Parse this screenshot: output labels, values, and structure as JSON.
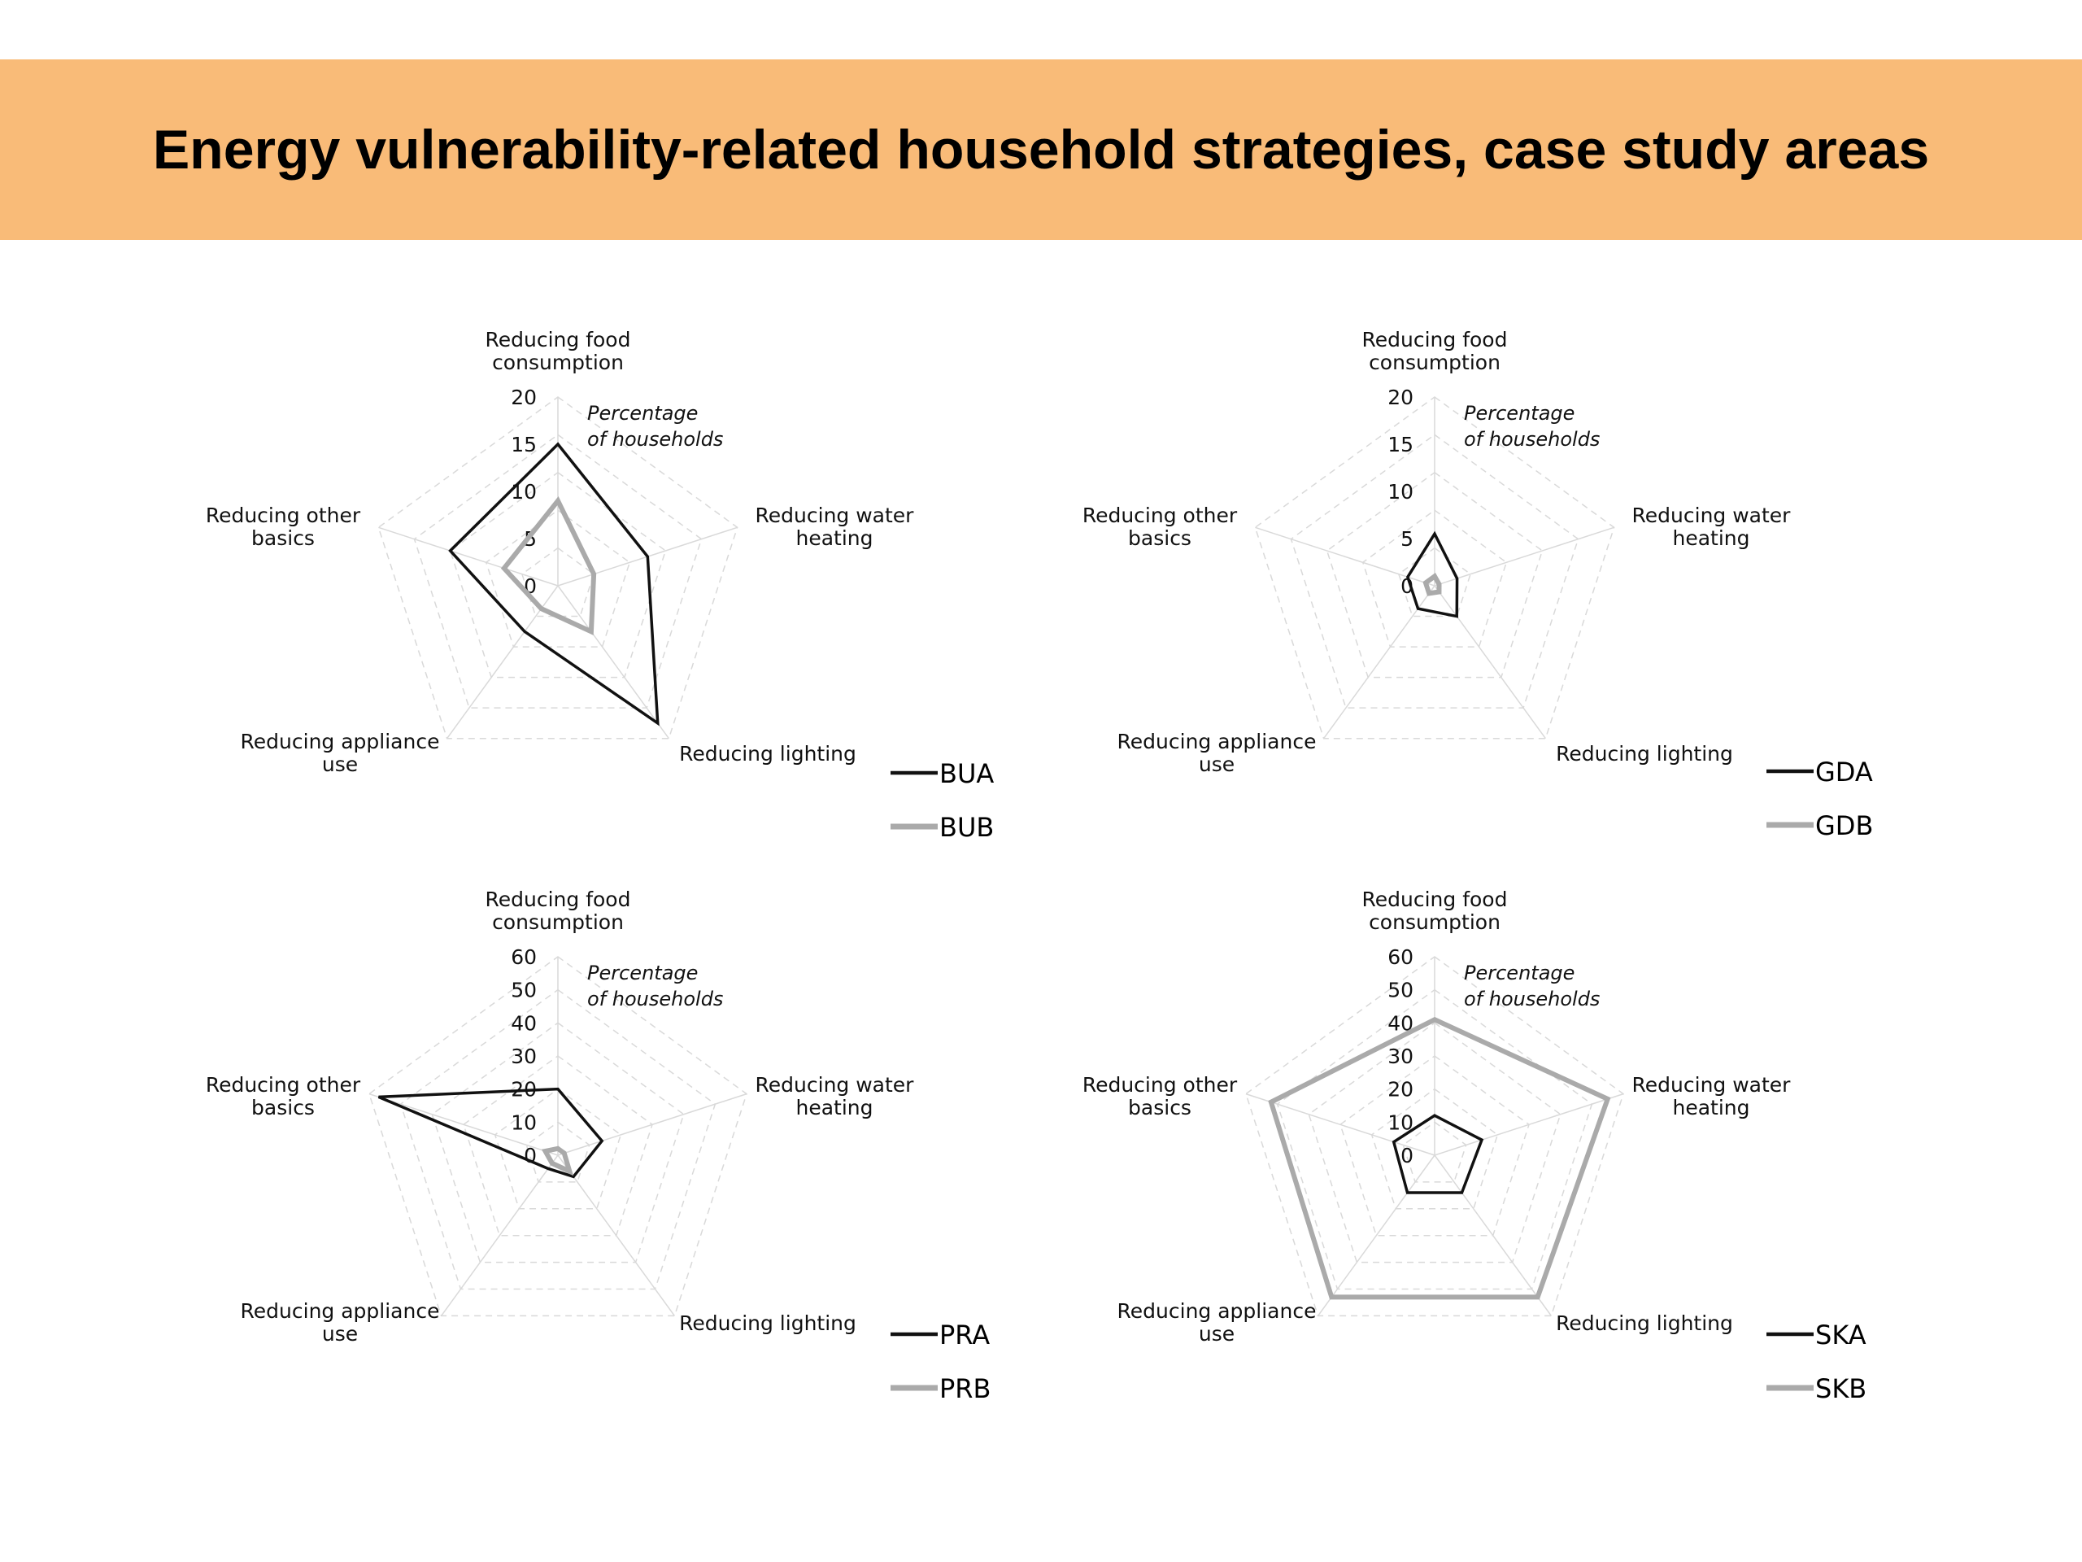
{
  "title": "Energy vulnerability-related household strategies, case study areas",
  "colors": {
    "banner": "#f9bb78",
    "series_a": "#111111",
    "series_b": "#aaaaaa",
    "grid": "#d9d9d9"
  },
  "chart_data": [
    {
      "type": "radar",
      "axes": [
        "Reducing food consumption",
        "Reducing water heating",
        "Reducing lighting",
        "Reducing appliance use",
        "Reducing other basics"
      ],
      "axis_label_lines": [
        [
          "Reducing food",
          "consumption"
        ],
        [
          "Reducing water",
          "heating"
        ],
        [
          "Reducing lighting"
        ],
        [
          "Reducing appliance",
          "use"
        ],
        [
          "Reducing other",
          "basics"
        ]
      ],
      "unit_label_lines": [
        "Percentage",
        "of households"
      ],
      "ticks": [
        "0",
        "5",
        "10",
        "15",
        "20"
      ],
      "rmin": 0,
      "rmax": 20,
      "rings": 5,
      "series": [
        {
          "name": "BUA",
          "values": [
            15,
            10,
            18,
            6,
            12
          ]
        },
        {
          "name": "BUB",
          "values": [
            9,
            4,
            6,
            3,
            6
          ]
        }
      ]
    },
    {
      "type": "radar",
      "axes": [
        "Reducing food consumption",
        "Reducing water heating",
        "Reducing lighting",
        "Reducing appliance use",
        "Reducing other basics"
      ],
      "axis_label_lines": [
        [
          "Reducing food",
          "consumption"
        ],
        [
          "Reducing water",
          "heating"
        ],
        [
          "Reducing lighting"
        ],
        [
          "Reducing appliance",
          "use"
        ],
        [
          "Reducing other",
          "basics"
        ]
      ],
      "unit_label_lines": [
        "Percentage",
        "of households"
      ],
      "ticks": [
        "0",
        "5",
        "10",
        "15",
        "20"
      ],
      "rmin": 0,
      "rmax": 20,
      "rings": 5,
      "series": [
        {
          "name": "GDA",
          "values": [
            5.5,
            2.5,
            4,
            3,
            3
          ]
        },
        {
          "name": "GDB",
          "values": [
            1,
            0.5,
            0.8,
            1,
            1
          ]
        }
      ]
    },
    {
      "type": "radar",
      "axes": [
        "Reducing food consumption",
        "Reducing water heating",
        "Reducing lighting",
        "Reducing appliance use",
        "Reducing other basics"
      ],
      "axis_label_lines": [
        [
          "Reducing food",
          "consumption"
        ],
        [
          "Reducing water",
          "heating"
        ],
        [
          "Reducing lighting"
        ],
        [
          "Reducing appliance",
          "use"
        ],
        [
          "Reducing other",
          "basics"
        ]
      ],
      "unit_label_lines": [
        "Percentage",
        "of households"
      ],
      "ticks": [
        "0",
        "10",
        "20",
        "30",
        "40",
        "50",
        "60"
      ],
      "rmin": 0,
      "rmax": 60,
      "rings": 6,
      "series": [
        {
          "name": "PRA",
          "values": [
            20,
            14,
            8,
            5,
            57
          ]
        },
        {
          "name": "PRB",
          "values": [
            2,
            2,
            6,
            3,
            4
          ]
        }
      ]
    },
    {
      "type": "radar",
      "axes": [
        "Reducing food consumption",
        "Reducing water heating",
        "Reducing lighting",
        "Reducing appliance use",
        "Reducing other basics"
      ],
      "axis_label_lines": [
        [
          "Reducing food",
          "consumption"
        ],
        [
          "Reducing water",
          "heating"
        ],
        [
          "Reducing lighting"
        ],
        [
          "Reducing appliance",
          "use"
        ],
        [
          "Reducing other",
          "basics"
        ]
      ],
      "unit_label_lines": [
        "Percentage",
        "of households"
      ],
      "ticks": [
        "0",
        "10",
        "20",
        "30",
        "40",
        "50",
        "60"
      ],
      "rmin": 0,
      "rmax": 60,
      "rings": 6,
      "series": [
        {
          "name": "SKA",
          "values": [
            12,
            15,
            14,
            14,
            13
          ]
        },
        {
          "name": "SKB",
          "values": [
            41,
            55,
            53,
            53,
            52
          ]
        }
      ]
    }
  ]
}
